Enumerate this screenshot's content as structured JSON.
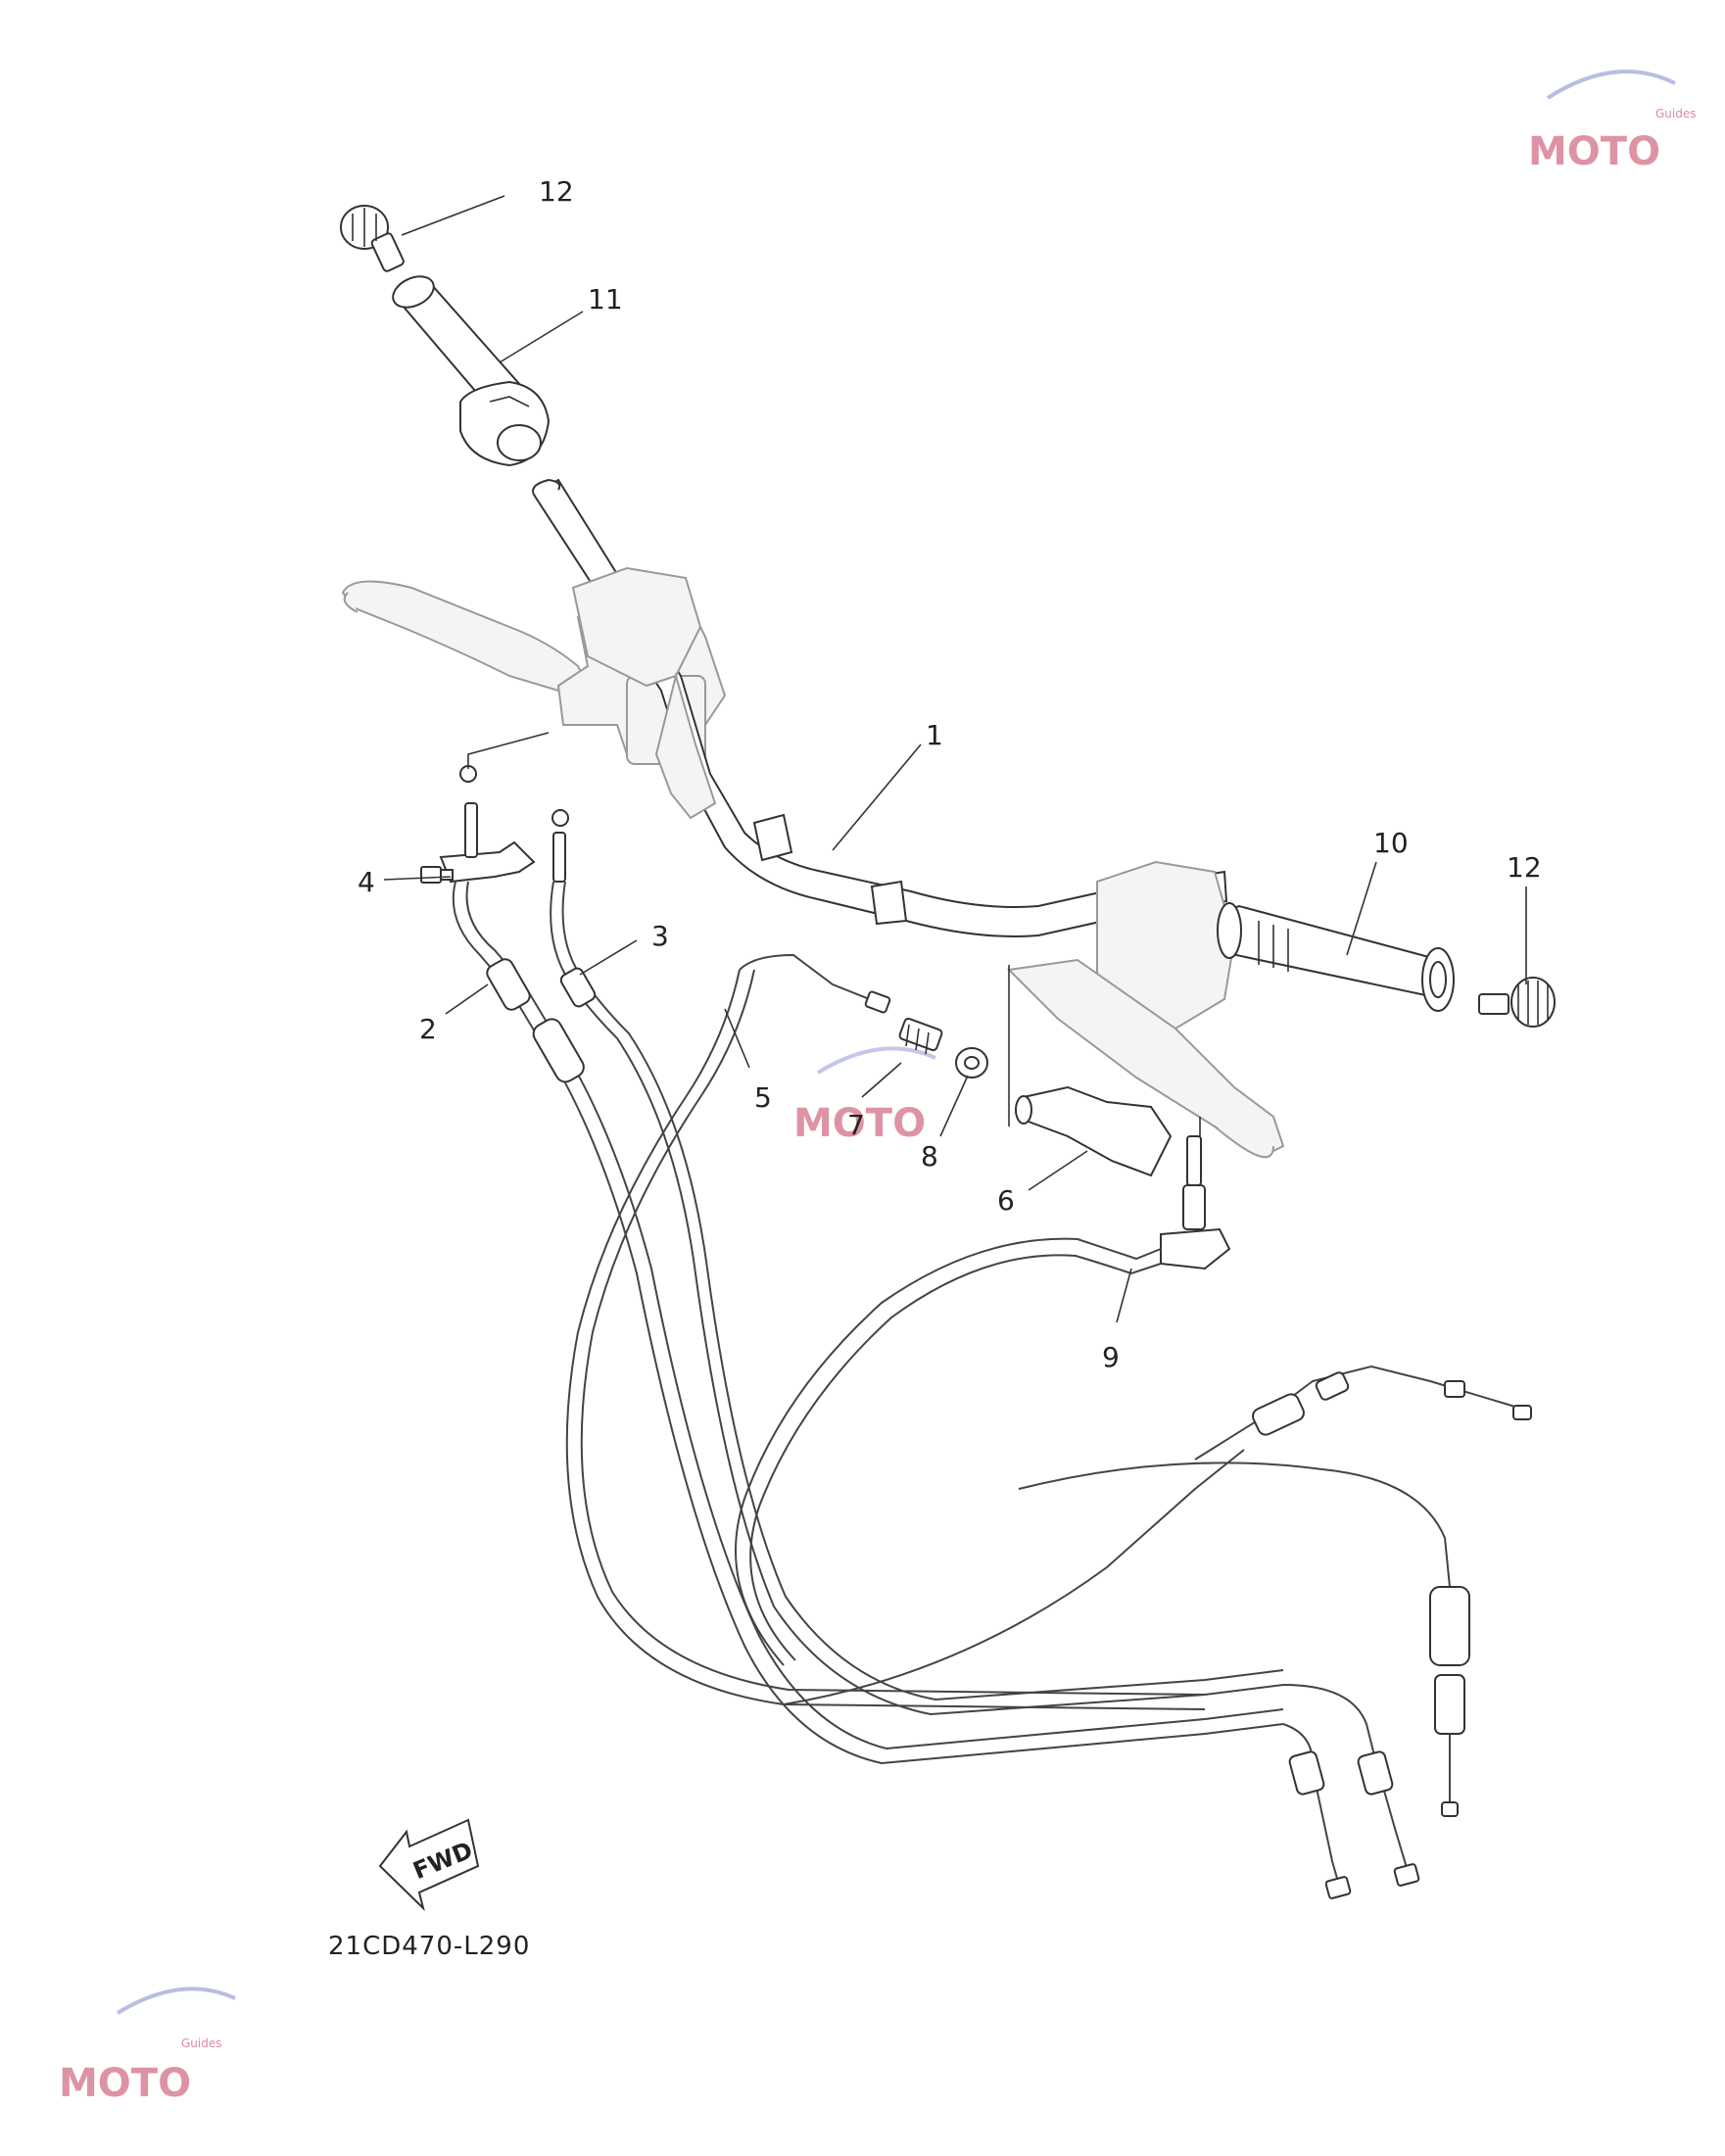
{
  "callouts": [
    {
      "id": "1",
      "label": "1"
    },
    {
      "id": "2",
      "label": "2"
    },
    {
      "id": "3",
      "label": "3"
    },
    {
      "id": "4",
      "label": "4"
    },
    {
      "id": "5",
      "label": "5"
    },
    {
      "id": "6",
      "label": "6"
    },
    {
      "id": "7",
      "label": "7"
    },
    {
      "id": "8",
      "label": "8"
    },
    {
      "id": "9",
      "label": "9"
    },
    {
      "id": "10",
      "label": "10"
    },
    {
      "id": "11",
      "label": "11"
    },
    {
      "id": "12a",
      "label": "12"
    },
    {
      "id": "12b",
      "label": "12"
    }
  ],
  "direction_arrow": {
    "label": "FWD"
  },
  "diagram_code": "21CD470-L290",
  "watermark": {
    "text": "MOTO",
    "subtext": "Guides",
    "color": "#c43c5a"
  }
}
